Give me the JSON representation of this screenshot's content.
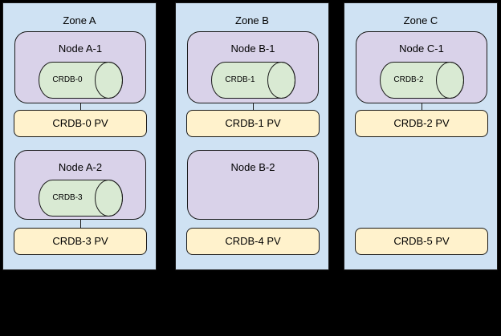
{
  "diagram": {
    "description": "Three availability zones with Kubernetes nodes, CRDB pods and persistent volumes",
    "zones": [
      {
        "title": "Zone A",
        "slots": [
          {
            "node": "Node A-1",
            "pod": "CRDB-0",
            "pv": "CRDB-0 PV",
            "connected": true
          },
          {
            "node": "Node A-2",
            "pod": "CRDB-3",
            "pv": "CRDB-3 PV",
            "connected": true
          }
        ]
      },
      {
        "title": "Zone B",
        "slots": [
          {
            "node": "Node B-1",
            "pod": "CRDB-1",
            "pv": "CRDB-1 PV",
            "connected": true
          },
          {
            "node": "Node B-2",
            "pod": null,
            "pv": "CRDB-4 PV",
            "connected": false
          }
        ]
      },
      {
        "title": "Zone C",
        "slots": [
          {
            "node": "Node C-1",
            "pod": "CRDB-2",
            "pv": "CRDB-2 PV",
            "connected": true
          },
          {
            "node": null,
            "pod": null,
            "pv": "CRDB-5 PV",
            "connected": false
          }
        ]
      }
    ],
    "colors": {
      "background": "#000000",
      "zone_fill": "#cfe2f3",
      "node_fill": "#d9d2e9",
      "pod_fill": "#d9ead3",
      "pv_fill": "#fff2cc",
      "border": "#1a1a1a"
    }
  }
}
